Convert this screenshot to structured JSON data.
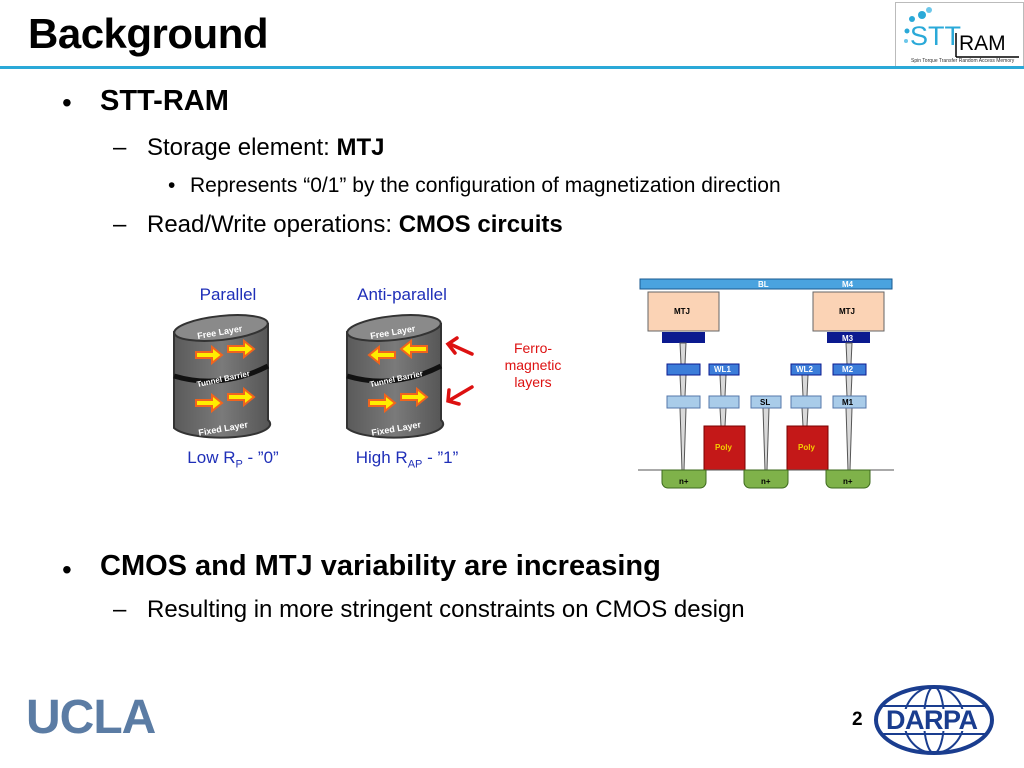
{
  "slide": {
    "title": "Background",
    "page_number": "2"
  },
  "logos": {
    "sttram_main_prefix": "STT",
    "sttram_main_suffix": "RAM",
    "sttram_tagline": "Spin Torque Transfer Random Access Memory",
    "ucla": "UCLA",
    "darpa": "DARPA"
  },
  "bullets": {
    "b1": "STT-RAM",
    "b1_sub1_text": "Storage element: ",
    "b1_sub1_bold": "MTJ",
    "b1_sub1_sub1": "Represents “0/1” by the configuration of magnetization direction",
    "b1_sub2_text": "Read/Write operations: ",
    "b1_sub2_bold": "CMOS circuits",
    "b2": "CMOS and MTJ variability are increasing",
    "b2_sub1": "Resulting in more stringent constraints on CMOS design",
    "dash": "–",
    "dot_small": "•",
    "dot_big": "•"
  },
  "mtj_figure": {
    "parallel_label": "Parallel",
    "antiparallel_label": "Anti-parallel",
    "free_layer": "Free Layer",
    "tunnel_barrier": "Tunnel Barrier",
    "fixed_layer": "Fixed Layer",
    "ferro_line1": "Ferro-",
    "ferro_line2": "magnetic",
    "ferro_line3": "layers",
    "low_pre": "Low R",
    "low_sub": "P",
    "low_post": " - ”0”",
    "high_pre": "High R",
    "high_sub": "AP",
    "high_post": " - ”1”"
  },
  "cell_figure": {
    "bl": "BL",
    "m4": "M4",
    "mtj": "MTJ",
    "m3": "M3",
    "wl1": "WL1",
    "wl2": "WL2",
    "m2": "M2",
    "sl": "SL",
    "m1": "M1",
    "poly": "Poly",
    "nplus": "n+"
  },
  "colors": {
    "accent_rule": "#2aa9d8",
    "label_blue": "#1f2fb8",
    "label_red": "#dd1111",
    "cylinder_gray": "#6b6b6b",
    "arrow_yellow": "#ffee00",
    "arrow_orange": "#f0641e",
    "bl_bar": "#4aa3df",
    "mtj_fill": "#fbd3b5",
    "m3_fill": "#0b1a8f",
    "m2_fill": "#3c7dd9",
    "m1_fill": "#a9cce9",
    "poly_fill": "#c41818",
    "nplus_fill": "#7fb24a",
    "ucla_blue": "#5b7ca4",
    "darpa_blue": "#1a3d8f"
  }
}
